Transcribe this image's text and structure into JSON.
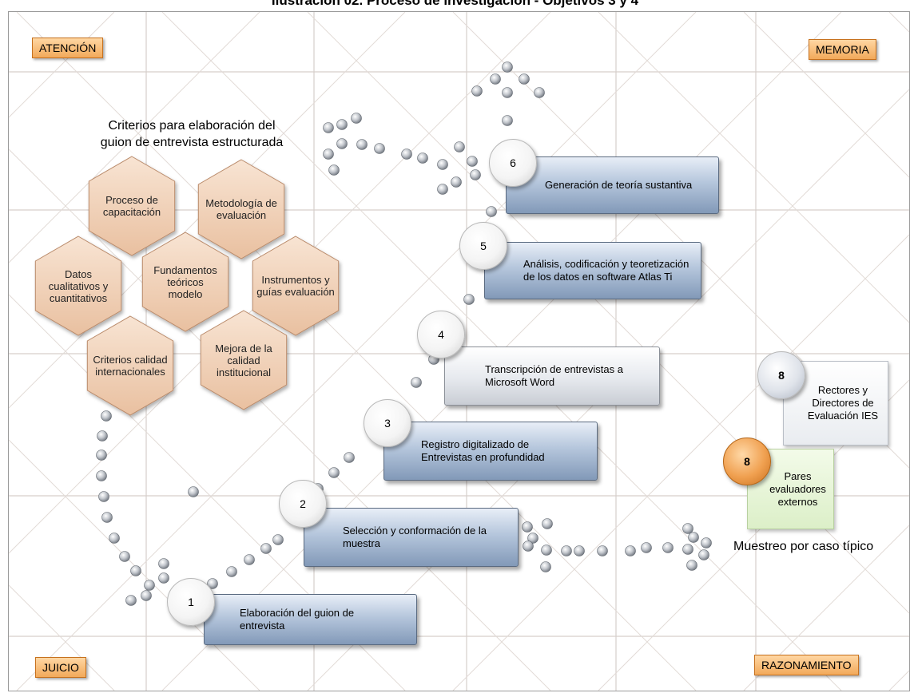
{
  "title": "Ilustración 02. Proceso de investigación - Objetivos 3 y 4",
  "corners": {
    "top_left": "ATENCIÓN",
    "top_right": "MEMORIA",
    "bottom_left": "JUICIO",
    "bottom_right": "RAZONAMIENTO"
  },
  "criteria": {
    "title_line1": "Criterios para elaboración del",
    "title_line2": "guion de entrevista estructurada",
    "hexagons": [
      "Proceso de capacitación",
      "Metodología de evaluación",
      "Datos cualitativos y cuantitativos",
      "Fundamentos teóricos modelo",
      "Instrumentos y guías evaluación",
      "Criterios calidad internacionales",
      "Mejora de la calidad institucional"
    ]
  },
  "steps": [
    {
      "number": "1",
      "label": "Elaboración del guion de entrevista"
    },
    {
      "number": "2",
      "label": "Selección y conformación de la muestra"
    },
    {
      "number": "3",
      "label": "Registro digitalizado de Entrevistas en profundidad"
    },
    {
      "number": "4",
      "label": "Transcripción de entrevistas a Microsoft Word"
    },
    {
      "number": "5",
      "label": "Análisis, codificación y teoretización de los datos en software Atlas Ti"
    },
    {
      "number": "6",
      "label": "Generación de teoría sustantiva"
    }
  ],
  "sample": {
    "label": "Muestreo por caso típico",
    "groups": [
      {
        "number": "8",
        "label": "Rectores y Directores de Evaluación IES"
      },
      {
        "number": "8",
        "label": "Pares evaluadores externos"
      }
    ]
  },
  "colors": {
    "corner_fill": "#f2a95a",
    "hexagon_fill": "#f0cfb4",
    "step_fill": "#8299b8",
    "orange_badge": "#f0a050",
    "green_box": "#dcefc8"
  }
}
